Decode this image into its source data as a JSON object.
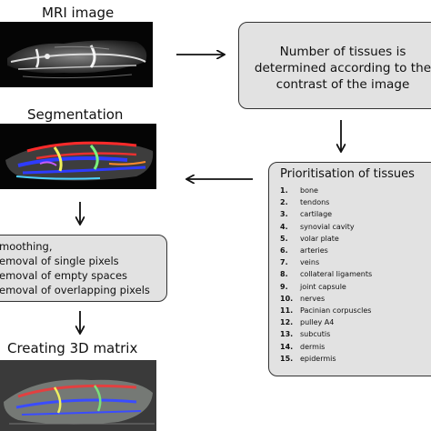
{
  "headings": {
    "mri": "MRI image",
    "segmentation": "Segmentation",
    "matrix": "Creating 3D matrix"
  },
  "main_box": {
    "lines": [
      "Number of tissues is",
      "determined according to the",
      "contrast of the image"
    ]
  },
  "prioritisation": {
    "title": "Prioritisation of tissues",
    "items": [
      {
        "num": "1.",
        "label": "bone"
      },
      {
        "num": "2.",
        "label": "tendons"
      },
      {
        "num": "3.",
        "label": "cartilage"
      },
      {
        "num": "4.",
        "label": "synovial cavity"
      },
      {
        "num": "5.",
        "label": "volar plate"
      },
      {
        "num": "6.",
        "label": "arteries"
      },
      {
        "num": "7.",
        "label": "veins"
      },
      {
        "num": "8.",
        "label": "collateral ligaments"
      },
      {
        "num": "9.",
        "label": "joint capsule"
      },
      {
        "num": "10.",
        "label": "nerves"
      },
      {
        "num": "11.",
        "label": "Pacinian corpuscles"
      },
      {
        "num": "12.",
        "label": "pulley A4"
      },
      {
        "num": "13.",
        "label": "subcutis"
      },
      {
        "num": "14.",
        "label": "dermis"
      },
      {
        "num": "15.",
        "label": "epidermis"
      }
    ]
  },
  "steps_box": {
    "lines": [
      "moothing,",
      "emoval of single pixels",
      "emoval of empty spaces",
      "emoval of overlapping pixels"
    ]
  },
  "colors": {
    "box_fill": "#e2e2e2",
    "border": "#333333",
    "arrow": "#111111"
  }
}
